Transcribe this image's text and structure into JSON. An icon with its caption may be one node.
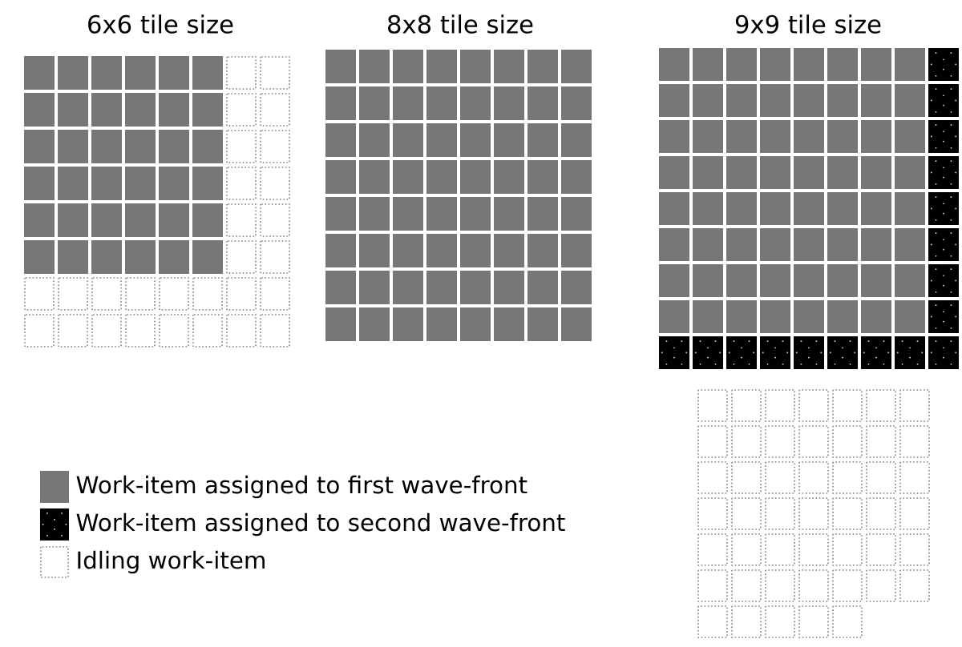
{
  "diagram": {
    "labels": [
      "6x6 tile size",
      "8x8 tile size",
      "9x9 tile size"
    ],
    "legend": [
      {
        "text": "Work-item assigned to first wave-front",
        "color": "#777777"
      },
      {
        "text": "Work-item assigned to second wave-front"
      },
      {
        "text": "Idling work-item"
      }
    ]
  }
}
